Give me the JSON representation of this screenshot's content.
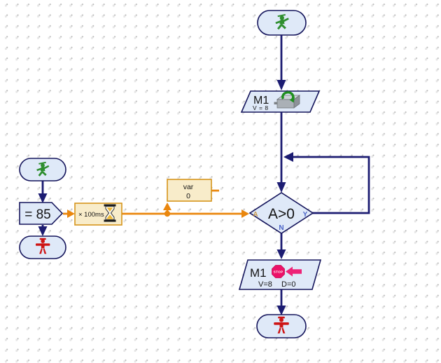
{
  "canvas": {
    "background": "#ffffff",
    "grid_dot_color": "#bdbdbd"
  },
  "colors": {
    "flow_line": "#1c1c72",
    "data_line": "#ea870e",
    "node_fill": "#dfe9f8",
    "node_border": "#15155c",
    "data_fill": "#f8ecca",
    "data_border": "#d6941c",
    "green_man": "#2e8e2e",
    "red_man": "#ce1515",
    "stop_pink": "#ec1168"
  },
  "main_program": {
    "start": {
      "icon": "green-walking-man"
    },
    "motor_cmd": {
      "label": "M1",
      "value_text": "V = 8",
      "icon": "motor"
    },
    "branch": {
      "expression": "A>0",
      "input_label": "A",
      "yes_label": "Y",
      "no_label": "N"
    },
    "motor_stop_cmd": {
      "label": "M1",
      "stop_text": "STOP",
      "speed_text": "V=8",
      "direction_text": "D=0",
      "icon": "stop-sign-with-arrow"
    },
    "end": {
      "icon": "red-standing-man"
    }
  },
  "subprogram": {
    "start": {
      "icon": "green-walking-man"
    },
    "assign_cmd": {
      "label": "= 85"
    },
    "end": {
      "icon": "red-standing-man"
    }
  },
  "data_flow": {
    "delay_element": {
      "label": "× 100ms",
      "icon": "hourglass"
    },
    "variable_element": {
      "name": "var",
      "value": "0"
    }
  }
}
